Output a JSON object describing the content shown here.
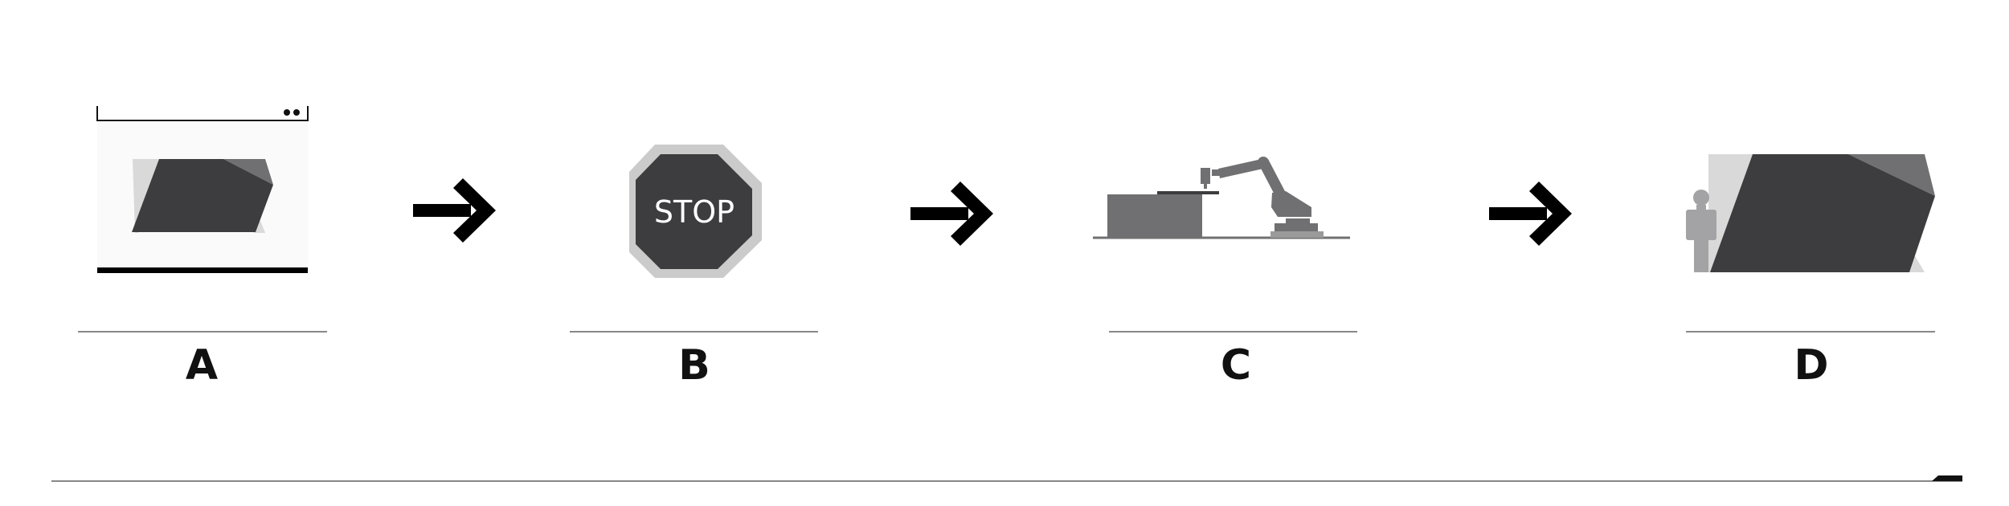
{
  "steps": [
    {
      "id": "A",
      "label": "A",
      "illustration": "camera-frame-icon"
    },
    {
      "id": "B",
      "label": "B",
      "illustration": "stop-sign-icon",
      "sign_text": "STOP"
    },
    {
      "id": "C",
      "label": "C",
      "illustration": "robot-arm-icon"
    },
    {
      "id": "D",
      "label": "D",
      "illustration": "person-with-panel-icon"
    }
  ],
  "connectors": [
    "arrow-right-icon",
    "arrow-right-icon",
    "arrow-right-icon"
  ],
  "colors": {
    "dark": "#3d3d3f",
    "mid": "#707072",
    "light": "#c8c8c8",
    "lighter": "#d9d9d9",
    "line": "#888888",
    "black": "#000000"
  }
}
